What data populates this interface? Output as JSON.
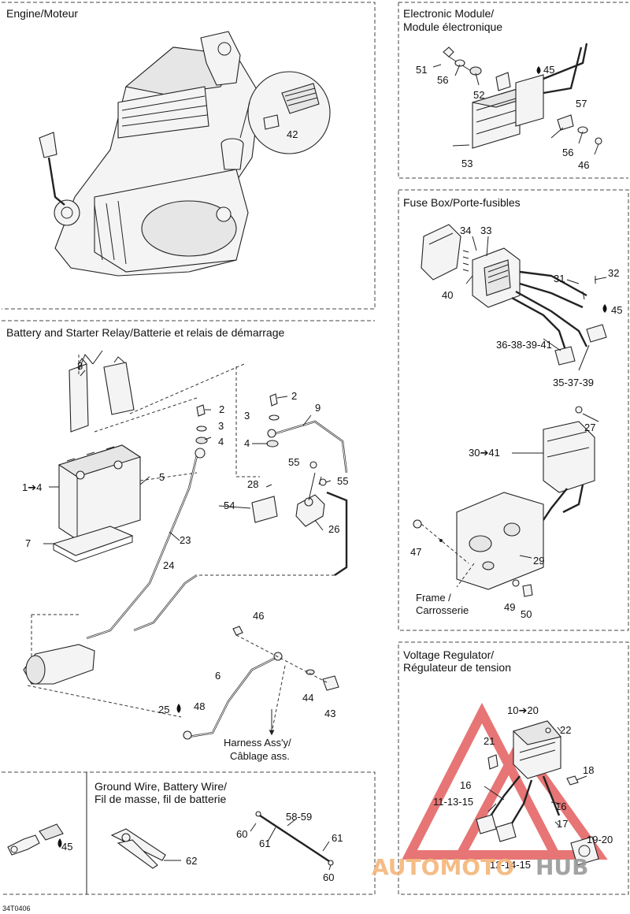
{
  "sections": {
    "engine": {
      "title": "Engine/Moteur",
      "callout": "42"
    },
    "electronic_module": {
      "title_line1": "Electronic Module/",
      "title_line2": "Module électronique",
      "callouts": {
        "p51": "51",
        "p56a": "56",
        "p52": "52",
        "p45": "45",
        "p57": "57",
        "p56b": "56",
        "p46": "46",
        "p53": "53"
      }
    },
    "battery": {
      "title": "Battery and Starter Relay/Batterie et relais de démarrage",
      "callouts": {
        "p8": "8",
        "p2a": "2",
        "p3a": "3",
        "p4a": "4",
        "p2b": "2",
        "p9": "9",
        "p3b": "3",
        "p4b": "4",
        "p1to4": "1➔4",
        "p5": "5",
        "p55a": "55",
        "p55b": "55",
        "p28": "28",
        "p54": "54",
        "p26": "26",
        "p7": "7",
        "p23": "23",
        "p24": "24",
        "p46": "46",
        "p6": "6",
        "p44": "44",
        "p25": "25",
        "p48": "48",
        "p43": "43"
      },
      "harness_line1": "Harness Ass'y/",
      "harness_line2": "Câblage ass."
    },
    "fuse_box": {
      "title": "Fuse Box/Porte-fusibles",
      "callouts": {
        "p34": "34",
        "p33": "33",
        "p32": "32",
        "p31": "31",
        "p40": "40",
        "p45": "45",
        "p36group": "36-38-39-41",
        "p35group": "35-37-39",
        "p27": "27",
        "p30to41": "30➔41",
        "p47": "47",
        "p29": "29",
        "p49": "49",
        "p50": "50"
      },
      "frame_line1": "Frame /",
      "frame_line2": "Carrosserie"
    },
    "voltage_regulator": {
      "title_line1": "Voltage Regulator/",
      "title_line2": "Régulateur de tension",
      "callouts": {
        "p10to20": "10➔20",
        "p22": "22",
        "p21": "21",
        "p18": "18",
        "p16a": "16",
        "p16b": "16",
        "p11group": "11-13-15",
        "p17": "17",
        "p19group": "19-20",
        "p12group": "12-14-15"
      }
    },
    "ground_wire": {
      "title_line1": "Ground Wire, Battery Wire/",
      "title_line2": "Fil de masse, fil de batterie",
      "callouts": {
        "p45": "45",
        "p58group": "58-59",
        "p60a": "60",
        "p61a": "61",
        "p61b": "61",
        "p60b": "60",
        "p62": "62"
      }
    }
  },
  "figure_code": "34T0406",
  "watermark": {
    "text_a": "AUTOMOTO",
    "text_b": "HUB",
    "color_a": "#f5b57a",
    "color_b": "#9a9a9a",
    "logo_color": "#e04848"
  }
}
